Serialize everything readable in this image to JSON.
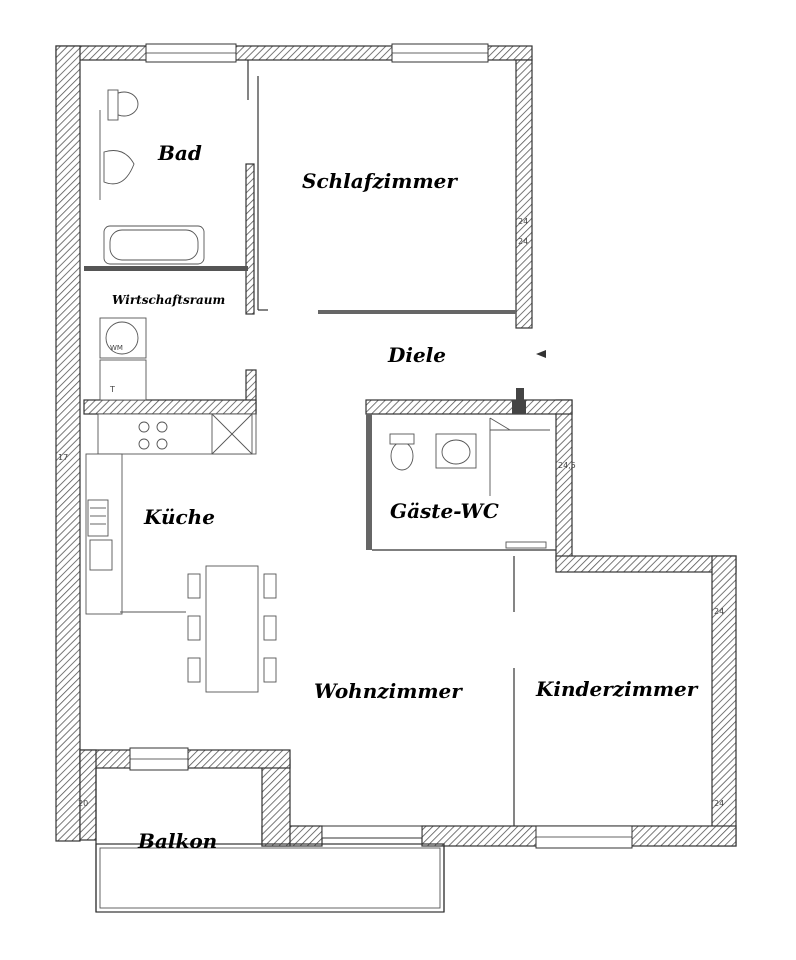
{
  "rooms": {
    "bad": "Bad",
    "schlafzimmer": "Schlafzimmer",
    "wirtschaftsraum": "Wirtschaftsraum",
    "diele": "Diele",
    "kueche": "Küche",
    "gaeste_wc": "Gäste-WC",
    "wohnzimmer": "Wohnzimmer",
    "kinderzimmer": "Kinderzimmer",
    "balkon": "Balkon"
  },
  "fixtures": {
    "washer": "WM",
    "dryer": "T"
  },
  "dimensions": {
    "d24a": "24",
    "d24b": "24",
    "d24c": "24",
    "d24d": "24",
    "d245": "24,5",
    "d17": "17",
    "d20": "20"
  }
}
